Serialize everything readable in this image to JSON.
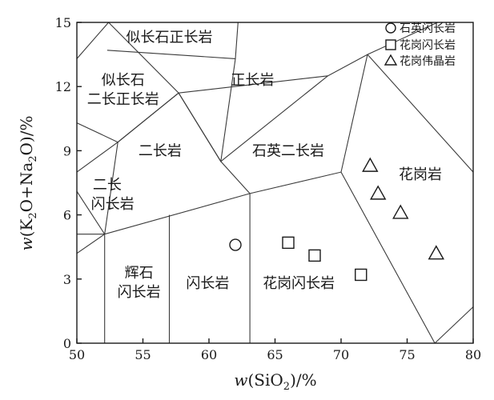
{
  "chart_data": {
    "type": "scatter",
    "xlim": [
      50,
      80
    ],
    "ylim": [
      0,
      15
    ],
    "x_ticks": [
      50,
      55,
      60,
      65,
      70,
      75,
      80
    ],
    "y_ticks": [
      0,
      3,
      6,
      9,
      12,
      15
    ],
    "grid": false,
    "legend_position": "top-right",
    "series": [
      {
        "name": "石英闪长岩",
        "marker": "circle",
        "points": [
          {
            "x": 62.0,
            "y": 4.6
          }
        ]
      },
      {
        "name": "花岗闪长岩",
        "marker": "square",
        "points": [
          {
            "x": 66.0,
            "y": 4.7
          },
          {
            "x": 68.0,
            "y": 4.1
          },
          {
            "x": 71.5,
            "y": 3.2
          }
        ]
      },
      {
        "name": "花岗伟晶岩",
        "marker": "triangle",
        "points": [
          {
            "x": 72.2,
            "y": 8.3
          },
          {
            "x": 72.8,
            "y": 7.0
          },
          {
            "x": 74.5,
            "y": 6.1
          },
          {
            "x": 77.2,
            "y": 4.2
          }
        ]
      }
    ],
    "boundaries": [
      [
        [
          50,
          5.1
        ],
        [
          52.1,
          5.1
        ],
        [
          63.1,
          7.0
        ],
        [
          70.0,
          8.0
        ],
        [
          72.0,
          13.5
        ]
      ],
      [
        [
          52.1,
          0
        ],
        [
          52.1,
          5.1
        ]
      ],
      [
        [
          57.0,
          0
        ],
        [
          57.0,
          6.0
        ]
      ],
      [
        [
          63.1,
          0
        ],
        [
          63.1,
          7.0
        ]
      ],
      [
        [
          70.0,
          8.0
        ],
        [
          77.1,
          0
        ]
      ],
      [
        [
          77.1,
          0
        ],
        [
          80.0,
          1.7
        ]
      ],
      [
        [
          50,
          4.2
        ],
        [
          52.1,
          5.1
        ]
      ],
      [
        [
          50,
          7.1
        ],
        [
          52.1,
          5.1
        ]
      ],
      [
        [
          52.1,
          5.1
        ],
        [
          53.1,
          9.4
        ],
        [
          57.7,
          11.7
        ],
        [
          60.9,
          8.5
        ],
        [
          63.1,
          7.0
        ]
      ],
      [
        [
          50,
          8.0
        ],
        [
          53.1,
          9.4
        ],
        [
          57.7,
          11.7
        ],
        [
          52.4,
          15.0
        ]
      ],
      [
        [
          50,
          10.3
        ],
        [
          53.1,
          9.4
        ]
      ],
      [
        [
          50,
          13.3
        ],
        [
          52.4,
          15.0
        ]
      ],
      [
        [
          57.7,
          11.7
        ],
        [
          69.0,
          12.5
        ],
        [
          72.0,
          13.5
        ],
        [
          77.3,
          15.0
        ]
      ],
      [
        [
          57.7,
          11.7
        ],
        [
          60.9,
          8.5
        ],
        [
          62.0,
          13.3
        ],
        [
          62.2,
          15.0
        ]
      ],
      [
        [
          60.9,
          8.5
        ],
        [
          69.0,
          12.5
        ]
      ],
      [
        [
          52.3,
          13.7
        ],
        [
          62.0,
          13.3
        ]
      ],
      [
        [
          72.0,
          13.5
        ],
        [
          80.0,
          8.0
        ]
      ]
    ],
    "regions": [
      {
        "label": "似长石正长岩",
        "x": 57.0,
        "y": 14.3
      },
      {
        "label": "似长石",
        "x": 53.5,
        "y": 12.3
      },
      {
        "label": "二长正长岩",
        "x": 53.5,
        "y": 11.4
      },
      {
        "label": "正长岩",
        "x": 63.3,
        "y": 12.3
      },
      {
        "label": "二长岩",
        "x": 56.3,
        "y": 9.0
      },
      {
        "label": "石英二长岩",
        "x": 66.0,
        "y": 9.0
      },
      {
        "label": "花岗岩",
        "x": 76.0,
        "y": 7.9
      },
      {
        "label": "二长",
        "x": 52.3,
        "y": 7.4
      },
      {
        "label": "闪长岩",
        "x": 52.7,
        "y": 6.5
      },
      {
        "label": "辉石",
        "x": 54.7,
        "y": 3.3
      },
      {
        "label": "闪长岩",
        "x": 54.7,
        "y": 2.4
      },
      {
        "label": "闪长岩",
        "x": 59.9,
        "y": 2.8
      },
      {
        "label": "花岗闪长岩",
        "x": 66.8,
        "y": 2.8
      }
    ],
    "xlabel": {
      "pre": "w",
      "open": "(SiO",
      "sub": "2",
      "close": ")/%"
    },
    "ylabel": {
      "pre": "w",
      "open": "(K",
      "sub1": "2",
      "mid": "O+Na",
      "sub2": "2",
      "close": "O)/%"
    }
  }
}
